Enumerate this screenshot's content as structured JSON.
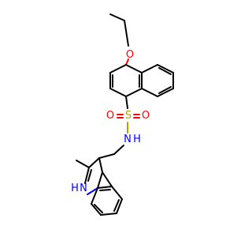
{
  "molecule": {
    "atom_labels": {
      "oxygen_ether": "O",
      "sulfur": "S",
      "oxygen_sulfonyl_left": "O",
      "oxygen_sulfonyl_right": "O",
      "nitrogen_amide": "N",
      "hydrogen_amide": "H",
      "nitrogen_indole": "N",
      "hydrogen_indole": "H"
    },
    "colors": {
      "bond": "#000000",
      "oxygen": "#ff0000",
      "sulfur": "#b8a000",
      "nitrogen": "#0000ff"
    }
  }
}
